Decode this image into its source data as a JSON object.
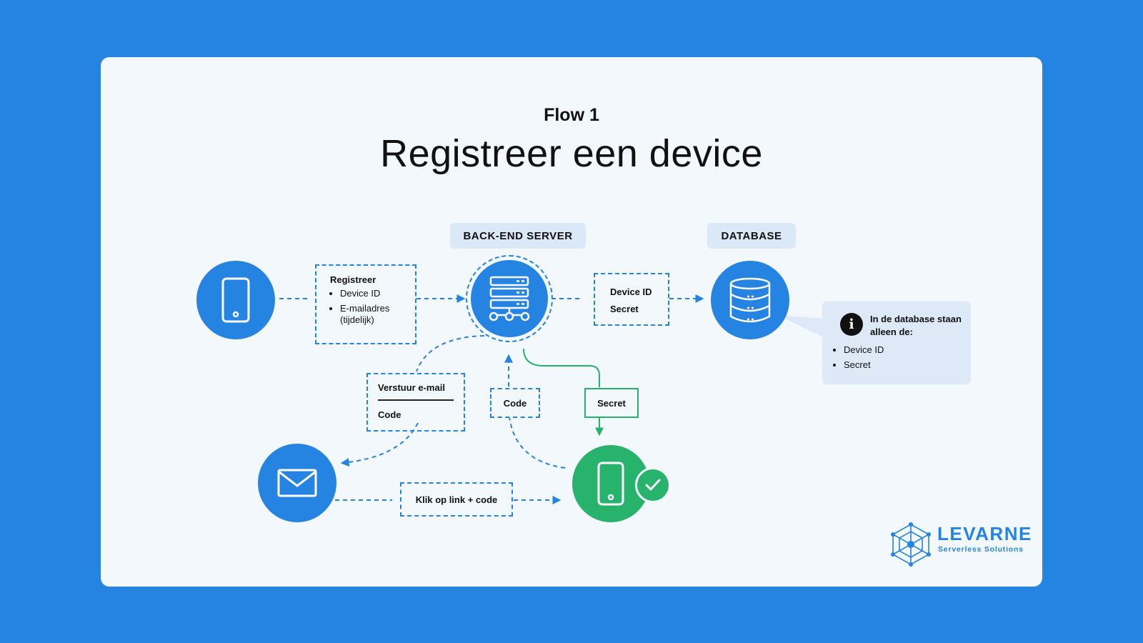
{
  "header": {
    "flow_label": "Flow 1",
    "title": "Registreer een device"
  },
  "labels": {
    "server": "BACK-END SERVER",
    "database": "DATABASE"
  },
  "boxes": {
    "register": {
      "title": "Registreer",
      "items": [
        "Device ID",
        "E-mailadres (tijdelijk)"
      ]
    },
    "device_secret": {
      "line1": "Device ID",
      "line2": "Secret"
    },
    "send_email": {
      "line1": "Verstuur e-mail",
      "line2": "Code"
    },
    "code": "Code",
    "secret": "Secret",
    "click_link": "Klik op link + code"
  },
  "info": {
    "heading": "In de database staan alleen de:",
    "items": [
      "Device ID",
      "Secret"
    ]
  },
  "logo": {
    "name": "LEVARNE",
    "tagline": "Serverless Solutions"
  },
  "colors": {
    "background": "#2583e2",
    "card": "#f3f8fd",
    "accent_blue": "#2583e2",
    "accent_green": "#27b36b"
  },
  "icons": [
    "phone-icon",
    "server-icon",
    "database-icon",
    "mail-icon",
    "check-icon",
    "info-icon",
    "levarne-logo-icon"
  ]
}
